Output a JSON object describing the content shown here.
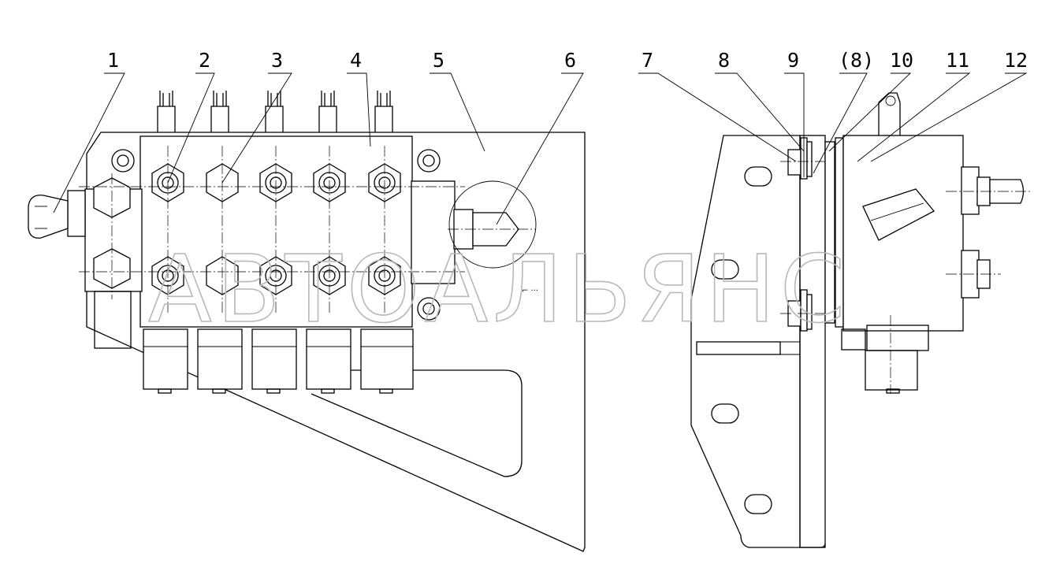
{
  "callouts": [
    "1",
    "2",
    "3",
    "4",
    "5",
    "6",
    "7",
    "8",
    "9",
    "(8)",
    "10",
    "11",
    "12"
  ],
  "watermark": "АВТОАЛЬЯНС"
}
